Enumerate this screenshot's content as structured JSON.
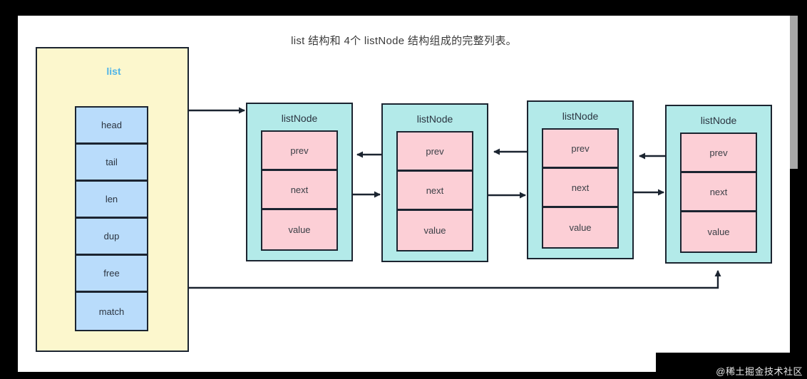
{
  "diagram": {
    "title": "list 结构和 4个 listNode 结构组成的完整列表。",
    "watermark": "@稀土掘金技术社区",
    "colors": {
      "list_fill": "#fcf7cd",
      "list_field_fill": "#b9dcfb",
      "list_label": "#4fb4e8",
      "node_fill": "#b3eae9",
      "node_field_fill": "#fccfd6",
      "stroke": "#1b2430",
      "background": "#ffffff",
      "frame": "#000000"
    },
    "list_struct": {
      "label": "list",
      "fields": [
        {
          "name": "head"
        },
        {
          "name": "tail"
        },
        {
          "name": "len"
        },
        {
          "name": "dup"
        },
        {
          "name": "free"
        },
        {
          "name": "match"
        }
      ]
    },
    "nodes": [
      {
        "label": "listNode",
        "fields": [
          {
            "name": "prev"
          },
          {
            "name": "next"
          },
          {
            "name": "value"
          }
        ]
      },
      {
        "label": "listNode",
        "fields": [
          {
            "name": "prev"
          },
          {
            "name": "next"
          },
          {
            "name": "value"
          }
        ]
      },
      {
        "label": "listNode",
        "fields": [
          {
            "name": "prev"
          },
          {
            "name": "next"
          },
          {
            "name": "value"
          }
        ]
      },
      {
        "label": "listNode",
        "fields": [
          {
            "name": "prev"
          },
          {
            "name": "next"
          },
          {
            "name": "value"
          }
        ]
      }
    ],
    "connections": [
      {
        "from": "list.head",
        "to": "node-1",
        "kind": "head-pointer"
      },
      {
        "from": "list.tail",
        "to": "node-4",
        "kind": "tail-pointer"
      },
      {
        "from": "node-1.next",
        "to": "node-2",
        "kind": "next-pointer"
      },
      {
        "from": "node-2.prev",
        "to": "node-1",
        "kind": "prev-pointer"
      },
      {
        "from": "node-2.next",
        "to": "node-3",
        "kind": "next-pointer"
      },
      {
        "from": "node-3.prev",
        "to": "node-2",
        "kind": "prev-pointer"
      },
      {
        "from": "node-3.next",
        "to": "node-4",
        "kind": "next-pointer"
      },
      {
        "from": "node-4.prev",
        "to": "node-3",
        "kind": "prev-pointer"
      }
    ]
  }
}
